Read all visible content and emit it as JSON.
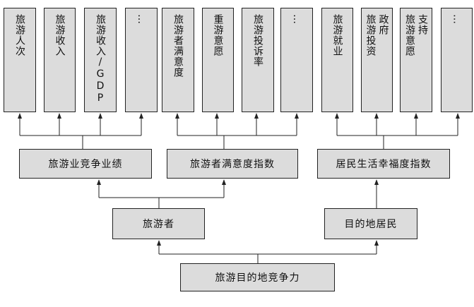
{
  "root": "旅游目的地竞争力",
  "level1": [
    "旅游者",
    "目的地居民"
  ],
  "level2": [
    "旅游业竞争业绩",
    "旅游者满意度指数",
    "居民生活幸福度指数"
  ],
  "indicators": [
    {
      "lines": [
        "旅游人次"
      ]
    },
    {
      "lines": [
        "旅游收入"
      ]
    },
    {
      "lines": [
        "旅游收入/GDP"
      ]
    },
    {
      "lines": [
        "…"
      ]
    },
    {
      "lines": [
        "旅游者满意度"
      ]
    },
    {
      "lines": [
        "重游意愿"
      ]
    },
    {
      "lines": [
        "旅游投诉率"
      ]
    },
    {
      "lines": [
        "…"
      ]
    },
    {
      "lines": [
        "旅游就业"
      ]
    },
    {
      "lines": [
        "政府",
        "旅游投资"
      ]
    },
    {
      "lines": [
        "支持",
        "旅游意愿"
      ]
    },
    {
      "lines": [
        "…"
      ]
    }
  ]
}
